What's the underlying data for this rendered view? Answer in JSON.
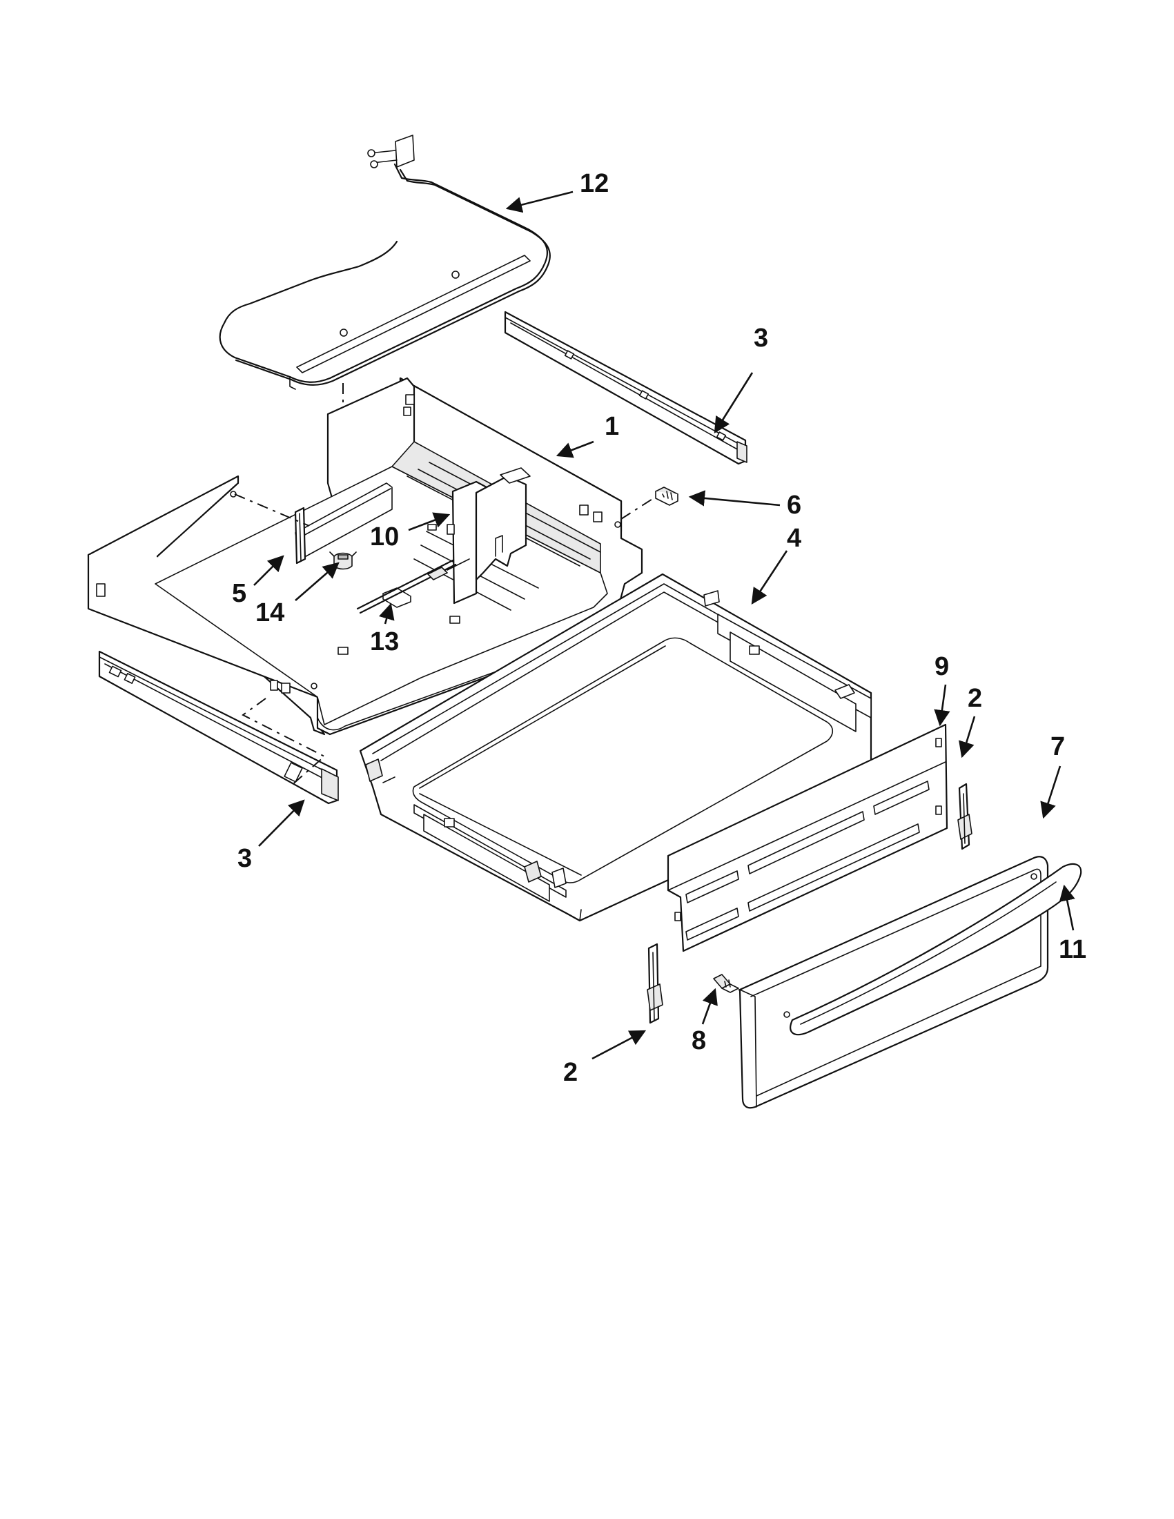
{
  "diagram": {
    "colors": {
      "line": "#111111",
      "background": "#ffffff",
      "shade": "#e9e9e9"
    },
    "callouts": [
      {
        "id": "c12",
        "label": "12"
      },
      {
        "id": "c3a",
        "label": "3"
      },
      {
        "id": "c1",
        "label": "1"
      },
      {
        "id": "c6",
        "label": "6"
      },
      {
        "id": "c10",
        "label": "10"
      },
      {
        "id": "c4",
        "label": "4"
      },
      {
        "id": "c5",
        "label": "5"
      },
      {
        "id": "c14",
        "label": "14"
      },
      {
        "id": "c13",
        "label": "13"
      },
      {
        "id": "c9",
        "label": "9"
      },
      {
        "id": "c2a",
        "label": "2"
      },
      {
        "id": "c7",
        "label": "7"
      },
      {
        "id": "c3b",
        "label": "3"
      },
      {
        "id": "c11",
        "label": "11"
      },
      {
        "id": "c8",
        "label": "8"
      },
      {
        "id": "c2b",
        "label": "2"
      }
    ]
  }
}
